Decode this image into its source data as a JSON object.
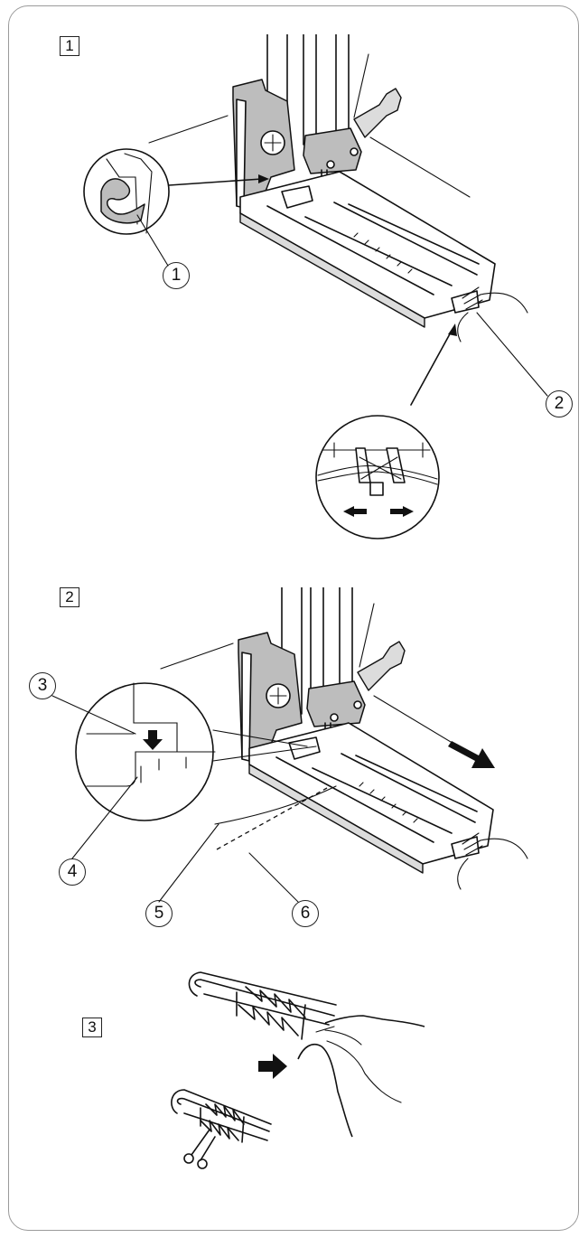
{
  "steps": [
    {
      "label": "1"
    },
    {
      "label": "2"
    },
    {
      "label": "3"
    }
  ],
  "callouts": [
    "1",
    "2",
    "3",
    "4",
    "5",
    "6"
  ],
  "icons": {
    "arrow": "black-arrow-icon",
    "scissors": "scissors-icon"
  },
  "colors": {
    "line": "#111111",
    "shade": "#bdbdbd",
    "frame": "#9a9a9a"
  }
}
